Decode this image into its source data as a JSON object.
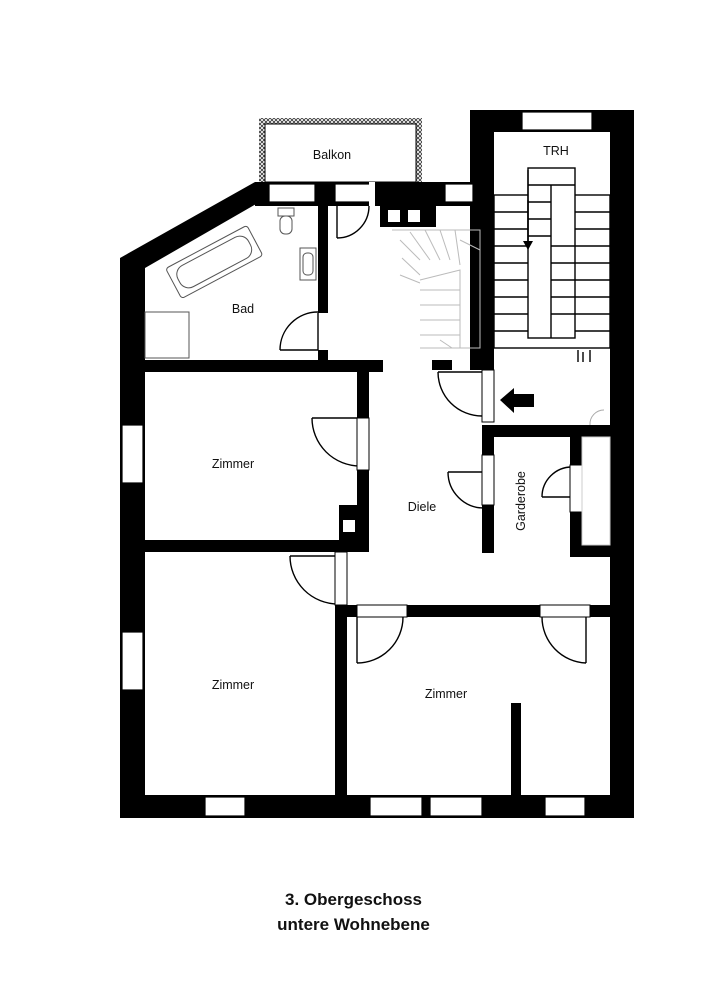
{
  "rooms": {
    "balkon": "Balkon",
    "trh": "TRH",
    "bad": "Bad",
    "zimmer_1": "Zimmer",
    "diele": "Diele",
    "garderobe": "Garderobe",
    "zimmer_2": "Zimmer",
    "zimmer_3": "Zimmer"
  },
  "caption": {
    "line1": "3. Obergeschoss",
    "line2": "untere Wohnebene"
  }
}
